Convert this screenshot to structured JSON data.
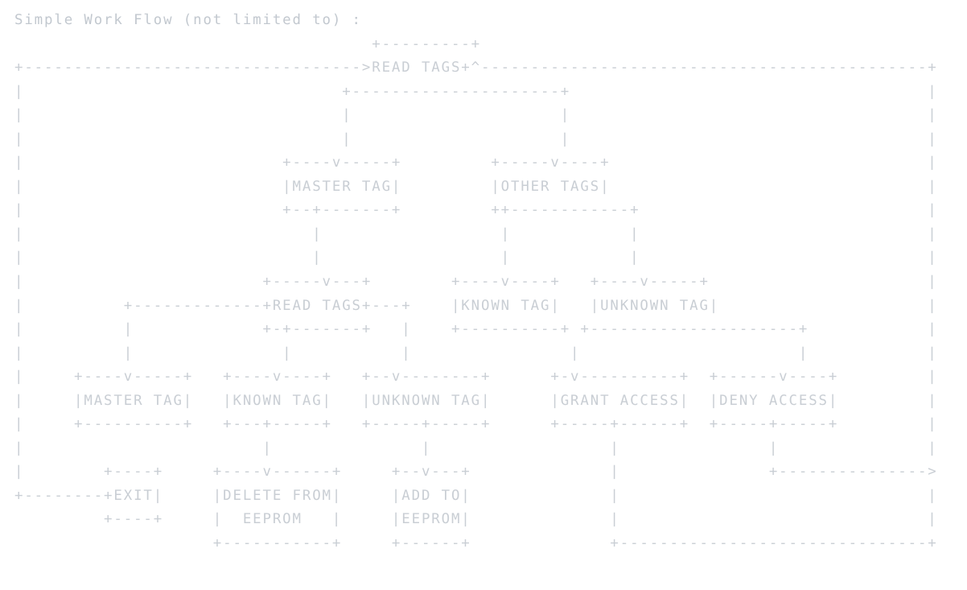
{
  "document": {
    "title_line": "Simple Work Flow (not limited to) :",
    "text_color": "#c9ced4",
    "background_color": "#ffffff",
    "font_kind": "monospace-ascii-art",
    "char_columns": 94,
    "char_rows": 24
  },
  "diagram": {
    "kind": "ascii-flowchart",
    "caption": "Simple Work Flow (not limited to) :",
    "nodes": [
      {
        "id": "read-tags-top",
        "label": "READ TAGS",
        "role": "entry-loop"
      },
      {
        "id": "master-tag",
        "label": "MASTER TAG",
        "role": "branch"
      },
      {
        "id": "other-tags",
        "label": "OTHER TAGS",
        "role": "branch"
      },
      {
        "id": "read-tags-inner",
        "label": "READ TAGS",
        "role": "sub-loop"
      },
      {
        "id": "known-tag-right",
        "label": "KNOWN TAG",
        "role": "branch"
      },
      {
        "id": "unknown-tag-right",
        "label": "UNKNOWN TAG",
        "role": "branch"
      },
      {
        "id": "master-tag-2",
        "label": "MASTER TAG",
        "role": "branch"
      },
      {
        "id": "known-tag-2",
        "label": "KNOWN TAG",
        "role": "branch"
      },
      {
        "id": "unknown-tag-2",
        "label": "UNKNOWN TAG",
        "role": "branch"
      },
      {
        "id": "grant-access",
        "label": "GRANT ACCESS",
        "role": "action"
      },
      {
        "id": "deny-access",
        "label": "DENY ACCESS",
        "role": "action"
      },
      {
        "id": "exit",
        "label": "EXIT",
        "role": "terminal"
      },
      {
        "id": "delete-from-eeprom",
        "label": "DELETE FROM EEPROM",
        "role": "action"
      },
      {
        "id": "add-to-eeprom",
        "label": "ADD TO EEPROM",
        "role": "action"
      }
    ]
  },
  "lines": [
    "Simple Work Flow (not limited to) :",
    "                                    +---------+",
    "+----------------------------------->READ TAGS+^----------------------------------------+",
    "|                   +-----------------+       |                                         |",
    "|                   |                 |       |                                         |",
    "|                   |                 |       |                                         |",
    "|              +----v-----+      +-----v----+                                            |",
    "|              |MASTER TAG|      |OTHER TAGS|                                            |",
    "|              +--+-------+      ++------------+                                         |",
    "|                 |               |            |                                         |",
    "|                 |               |            |                                         |",
    "|            +-----v---+     +----v----+  +----v-----+                                    |",
    "|     +------------+READ TAGS+---+ |KNOWN TAG| |UNKNOWN TAG|                              |",
    "|     |            +-+-------+   | +----------+ +---------------+                         |",
    "|     |              |           |        |                    |                          |",
    "|  +----v-----+  +----v----+  +--v--------+   +-v----------+  +------v----+                |",
    "|  |MASTER TAG|  |KNOWN TAG|  |UNKNOWN TAG|   |GRANT ACCESS|  |DENY ACCESS|                |",
    "|  +----------+  +---+-----+  +-----+-----+   +-----+------+  +-----+-----+                |",
    "|                    |              |               |               |                     |",
    "|     +----+    +----v------+   +--v---+           |        +-------------->",
    "+--------+EXIT|  |DELETE FROM|   |ADD TO|           |                                     |",
    "         +----+  |  EEPROM   |   |EEPROM|           |                                     |",
    "                 +-----------+   +------+           +-------------------------------------+"
  ],
  "grid_rows": [
    {
      "index": 0,
      "text": "Simple Work Flow (not limited to) :"
    },
    {
      "index": 1,
      "text": "                                    +---------+"
    },
    {
      "index": 2,
      "text": "+----------------------------------->READ TAGS+^-----------------------------------------+"
    },
    {
      "index": 3,
      "text": "|                 +-----------------+         |                                           |"
    },
    {
      "index": 4,
      "text": "|                 |                 |         |                                           |"
    },
    {
      "index": 5,
      "text": "|                 |                 |         |                                           |"
    },
    {
      "index": 6,
      "text": "|            +----v-----+      +-----v----+                                               |"
    },
    {
      "index": 7,
      "text": "|            |MASTER TAG|      |OTHER TAGS|                                               |"
    },
    {
      "index": 8,
      "text": "|            +--+-------+      ++------------+                                            |"
    },
    {
      "index": 9,
      "text": "|               |              |             |                                            |"
    },
    {
      "index": 10,
      "text": "|               |              |             |                                            |"
    },
    {
      "index": 11,
      "text": "|          +-----v---+     +----v----+  +----v-----+                                      |"
    },
    {
      "index": 12,
      "text": "|    +------------+READ TAGS+---+ |KNOWN TAG| |UNKNOWN TAG|                               |"
    },
    {
      "index": 13,
      "text": "|    |       +-+-------+   |  +----------+ +----------------+                             |"
    },
    {
      "index": 14,
      "text": "|    |         |           |       |                       |                              |"
    },
    {
      "index": 15,
      "text": "|  +----v-----+  +----v----+  +--v--------+   +-v----------+  +------v----+                |"
    },
    {
      "index": 16,
      "text": "|  |MASTER TAG|  |KNOWN TAG|  |UNKNOWN TAG|   |GRANT ACCESS|  |DENY ACCESS|                |"
    },
    {
      "index": 17,
      "text": "|  +----------+  +---+-----+  +-----+-----+   +-----+------+  +-----+-----+                |"
    },
    {
      "index": 18,
      "text": "|                    |              |               |               |                      |"
    },
    {
      "index": 19,
      "text": "|     +----+    +----v------+   +--v---+           |        +-------------->"
    },
    {
      "index": 20,
      "text": "+--------+EXIT|  |DELETE FROM|   |ADD TO|           |                                      |"
    },
    {
      "index": 21,
      "text": "         +----+  |  EEPROM   |   |EEPROM|           |                                      |"
    },
    {
      "index": 22,
      "text": "                 +-----------+   +------+           +--------------------------------------+"
    }
  ],
  "render_rows": [
    "Simple Work Flow (not limited to) :",
    "                                    +---------+",
    "+----------------------------------->READ TAGS+^-----------------------------------------+",
    "|                 +-----------------+         |                                          |",
    "|                 |                 |         |                                          |",
    "|                 |                 |         |                                          |",
    "|            +----v-----+     +-----v----+                                                |",
    "|            |MASTER TAG|     |OTHER TAGS|                                                |",
    "|            +--+-------+     ++------------+                                             |",
    "|               |              |            |                                             |",
    "|               |              |            |                                             |",
    "|         +-----v---+     +----v----+  +----v-----+                                       |",
    "|   +------------+READ TAGS+---+ |KNOWN TAG| |UNKNOWN TAG|                                |",
    "|   |         +-+-------+   |   +----------+ +----------------+                           |",
    "|   |            |          |        |                       |                            |",
    "|  +----v-----+  +----v----+  +--v--------+   +-v----------+  +------v----+               |",
    "|  |MASTER TAG|  |KNOWN TAG|  |UNKNOWN TAG|   |GRANT ACCESS|  |DENY ACCESS|               |",
    "|  +----------+  +---+-----+  +-----+-----+   +-----+------+  +-----+-----+               |",
    "|                    |              |               |               |                     |",
    "|     +----+    +----v------+   +--v---+           |         +-------------->",
    "+--------+EXIT|  |DELETE FROM|   |ADD TO|          |                                      |",
    "         +----+  |  EEPROM   |   |EEPROM|          |                                      |",
    "                 +-----------+   +------+          +---------------------------------------+"
  ]
}
